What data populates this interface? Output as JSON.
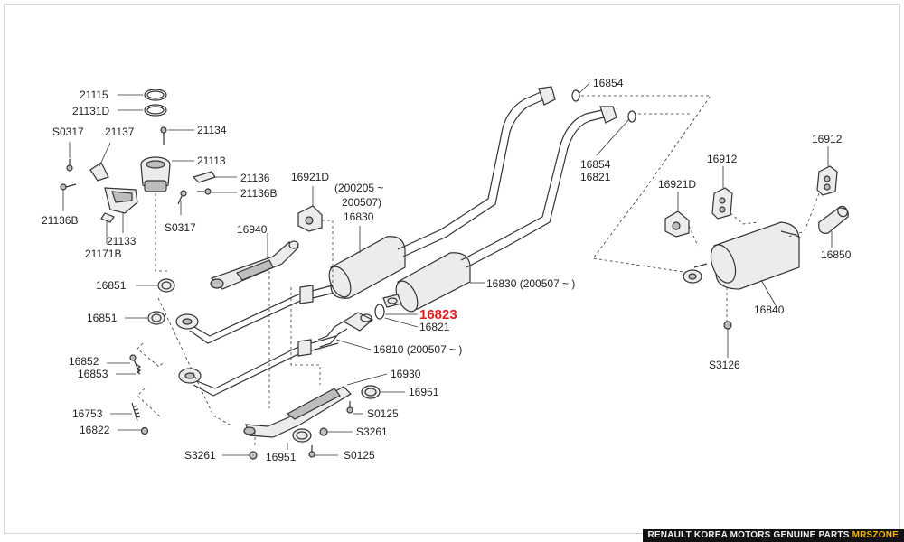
{
  "diagram": {
    "highlight_part": "16823",
    "labels": {
      "l21115": "21115",
      "l21131d": "21131D",
      "l21134": "21134",
      "l0317a": "S0317",
      "l21137": "21137",
      "l21113": "21113",
      "l21136": "21136",
      "l21136b_right": "21136B",
      "l21136b_left": "21136B",
      "l21133": "21133",
      "l21171b": "21171B",
      "l0317b": "S0317",
      "l16940": "16940",
      "l16851a": "16851",
      "l16851b": "16851",
      "l16852": "16852",
      "l16853": "16853",
      "l16753": "16753",
      "l16822": "16822",
      "l3261a": "S3261",
      "l16951a": "16951",
      "l0125a": "S0125",
      "l3261b": "S3261",
      "l0125b": "S0125",
      "l16951b": "16951",
      "l16930": "16930",
      "l16810": "16810 (200507 ~ )",
      "l16821a": "16821",
      "l16830a": "16830 (200507 ~ )",
      "l16921da": "16921D",
      "l16830b_date1": "(200205 ~",
      "l16830b_date2": "200507)",
      "l16830b": "16830",
      "l16854a": "16854",
      "l16854b": "16854",
      "l16821b": "16821",
      "l16921db": "16921D",
      "l16912a": "16912",
      "l16912b": "16912",
      "l16850": "16850",
      "l16840": "16840",
      "l3126": "S3126"
    }
  },
  "watermark": {
    "prefix": "RENAULT KOREA MOTORS GENUINE PARTS ",
    "brand": "MRSZONE"
  },
  "colors": {
    "highlight": "#e02020",
    "watermark_brand": "#f4b400"
  }
}
